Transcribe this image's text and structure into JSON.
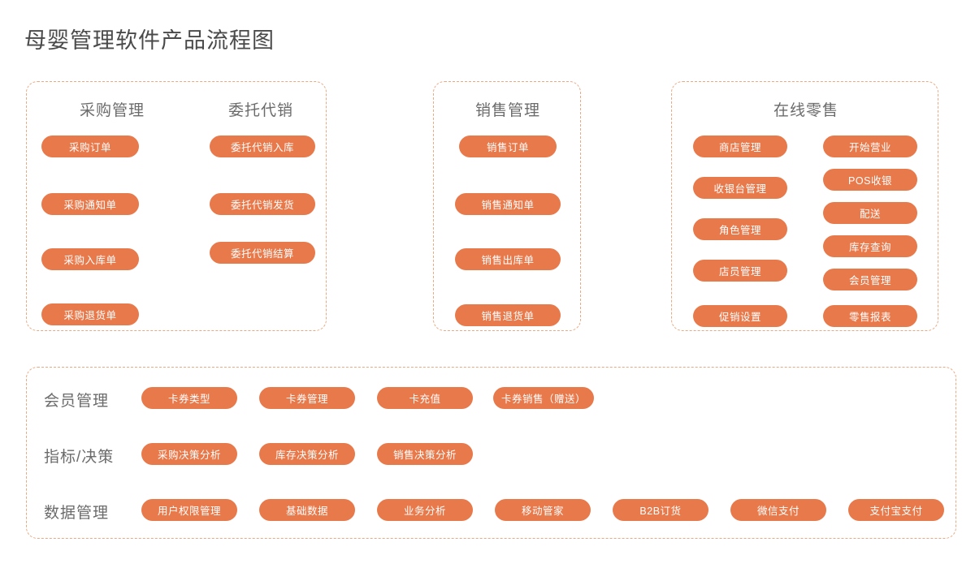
{
  "page": {
    "title": "母婴管理软件产品流程图",
    "accent_color": "#e8794b",
    "border_color": "#e9a982",
    "text_color": "#6b6b6b"
  },
  "panels": [
    {
      "id": "purchase-consign",
      "columns": [
        {
          "header": "采购管理",
          "items": [
            "采购订单",
            "采购通知单",
            "采购入库单",
            "采购退货单"
          ]
        },
        {
          "header": "委托代销",
          "items": [
            "委托代销入库",
            "委托代销发货",
            "委托代销结算"
          ]
        }
      ]
    },
    {
      "id": "sales",
      "columns": [
        {
          "header": "销售管理",
          "items": [
            "销售订单",
            "销售通知单",
            "销售出库单",
            "销售退货单"
          ]
        }
      ]
    },
    {
      "id": "online-retail",
      "columns": [
        {
          "header": "在线零售",
          "items": [
            "商店管理",
            "收银台管理",
            "角色管理",
            "店员管理",
            "促销设置"
          ]
        },
        {
          "header": "",
          "items": [
            "开始营业",
            "POS收银",
            "配送",
            "库存查询",
            "会员管理",
            "零售报表"
          ]
        }
      ]
    }
  ],
  "bottom": {
    "rows": [
      {
        "label": "会员管理",
        "items": [
          "卡券类型",
          "卡券管理",
          "卡充值",
          "卡券销售（赠送）"
        ]
      },
      {
        "label": "指标/决策",
        "items": [
          "采购决策分析",
          "库存决策分析",
          "销售决策分析"
        ]
      },
      {
        "label": "数据管理",
        "items": [
          "用户权限管理",
          "基础数据",
          "业务分析",
          "移动管家",
          "B2B订货",
          "微信支付",
          "支付宝支付"
        ]
      }
    ]
  }
}
